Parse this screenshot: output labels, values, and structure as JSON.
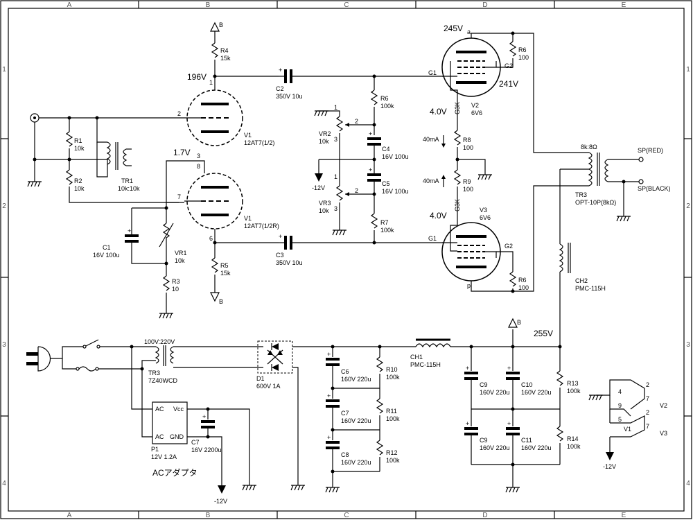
{
  "grid": {
    "cols": [
      "A",
      "B",
      "C",
      "D",
      "E"
    ],
    "rows": [
      "1",
      "2",
      "3",
      "4"
    ]
  },
  "supply": {
    "b": "B",
    "neg12": "-12V"
  },
  "voltages": {
    "v245": "245V",
    "v196": "196V",
    "v241": "241V",
    "v4a": "4.0V",
    "v17": "1.7V",
    "v4b": "4.0V",
    "v255": "255V",
    "i40a": "40mA",
    "i40b": "40mA"
  },
  "tubes": {
    "v1a": {
      "ref": "V1",
      "type": "12AT7(1/2)"
    },
    "v1b": {
      "ref": "V1",
      "type": "12AT7(1/2R)"
    },
    "v2": {
      "ref": "V2",
      "type": "6V6"
    },
    "v3": {
      "ref": "V3",
      "type": "6V6"
    }
  },
  "parts": {
    "r1": [
      "R1",
      "10k"
    ],
    "r2": [
      "R2",
      "10k"
    ],
    "r3": [
      "R3",
      "10"
    ],
    "r4": [
      "R4",
      "15k"
    ],
    "r5": [
      "R5",
      "15k"
    ],
    "r6a": [
      "R6",
      "100k"
    ],
    "r7": [
      "R7",
      "100k"
    ],
    "r8": [
      "R8",
      "100"
    ],
    "r9": [
      "R9",
      "100"
    ],
    "r6b": [
      "R6",
      "100"
    ],
    "r6c": [
      "R6",
      "100"
    ],
    "r10": [
      "R10",
      "100k"
    ],
    "r11": [
      "R11",
      "100k"
    ],
    "r12": [
      "R12",
      "100k"
    ],
    "r13": [
      "R13",
      "100k"
    ],
    "r14": [
      "R14",
      "100k"
    ],
    "c1": [
      "C1",
      "16V 100u"
    ],
    "c2": [
      "C2",
      "350V 10u"
    ],
    "c3": [
      "C3",
      "350V 10u"
    ],
    "c4": [
      "C4",
      "16V 100u"
    ],
    "c5": [
      "C5",
      "16V 100u"
    ],
    "c6": [
      "C6",
      "160V 220u"
    ],
    "c7b": [
      "C7",
      "160V 220u"
    ],
    "c8": [
      "C8",
      "160V 220u"
    ],
    "c9a": [
      "C9",
      "160V 220u"
    ],
    "c9b": [
      "C9",
      "160V 220u"
    ],
    "c10": [
      "C10",
      "160V 220u"
    ],
    "c11": [
      "C11",
      "160V 220u"
    ],
    "c7": [
      "C7",
      "16V 2200u"
    ],
    "vr1": [
      "VR1",
      "10k"
    ],
    "vr2": [
      "VR2",
      "10k"
    ],
    "vr3": [
      "VR3",
      "10k"
    ],
    "tr1": [
      "TR1",
      "10k:10k"
    ],
    "tr2": [
      "TR3",
      "7Z40WCD"
    ],
    "tr3": [
      "TR3",
      "OPT-10P(8kΩ)"
    ],
    "ch1": [
      "CH1",
      "PMC-115H"
    ],
    "ch2": [
      "CH2",
      "PMC-115H"
    ],
    "d1": [
      "D1",
      "600V 1A"
    ],
    "p1": [
      "P1",
      "12V 1.2A"
    ]
  },
  "labels": {
    "ratio1": "100V:220V",
    "ratio2": "8k:8Ω",
    "sp_red": "SP(RED)",
    "sp_black": "SP(BLACK)",
    "adapter": "ACアダプタ",
    "ac1": "AC",
    "ac2": "AC",
    "vcc": "Vcc",
    "gnd": "GND",
    "g1a": "G1",
    "g2a": "G2",
    "g1b": "G1",
    "g2b": "G2",
    "gk1": "G3K",
    "gk2": "G3K",
    "pin_a": "a",
    "pin_p": "p",
    "pin2": "2",
    "pin1": "1",
    "pin8": "8",
    "pin7": "7",
    "pin6": "6",
    "pin3": "3",
    "heat_v2": "V2",
    "heat_v3": "V3",
    "heat_v1": "V1",
    "hp2": "2",
    "hp7": "7",
    "hp4": "4",
    "hp9": "9",
    "hp5": "5",
    "hp2b": "2",
    "hp7b": "7"
  }
}
